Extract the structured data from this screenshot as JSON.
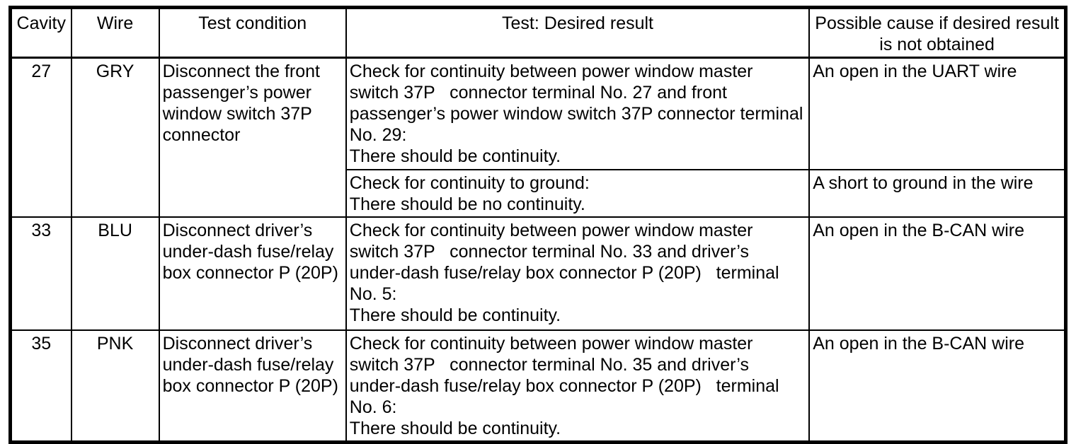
{
  "table": {
    "headers": {
      "cavity": "Cavity",
      "wire": "Wire",
      "condition": "Test condition",
      "result": "Test: Desired result",
      "cause": "Possible cause if desired result\nis not obtained"
    },
    "rows": [
      {
        "cavity": "27",
        "wire": "GRY",
        "condition": "Disconnect the front\npassenger’s power\nwindow switch 37P\nconnector",
        "tests": [
          {
            "result": "Check for continuity between power window master\nswitch 37P   connector terminal No. 27 and front\npassenger’s power window switch 37P connector terminal\nNo. 29:\nThere should be continuity.",
            "cause": "An open in the UART wire"
          },
          {
            "result": "Check for continuity to ground:\nThere should be no continuity.",
            "cause": "A short to ground in the wire"
          }
        ]
      },
      {
        "cavity": "33",
        "wire": "BLU",
        "condition": "Disconnect driver’s\nunder-dash fuse/relay\nbox connector P (20P)",
        "tests": [
          {
            "result": "Check for continuity between power window master\nswitch 37P   connector terminal No. 33 and driver’s\nunder-dash fuse/relay box connector P (20P)   terminal\nNo. 5:\nThere should be continuity.",
            "cause": "An open in the B-CAN wire"
          }
        ]
      },
      {
        "cavity": "35",
        "wire": "PNK",
        "condition": "Disconnect driver’s\nunder-dash fuse/relay\nbox connector P (20P)",
        "tests": [
          {
            "result": "Check for continuity between power window master\nswitch 37P   connector terminal No. 35 and driver’s\nunder-dash fuse/relay box connector P (20P)   terminal\nNo. 6:\nThere should be continuity.",
            "cause": "An open in the B-CAN wire"
          }
        ]
      }
    ]
  }
}
